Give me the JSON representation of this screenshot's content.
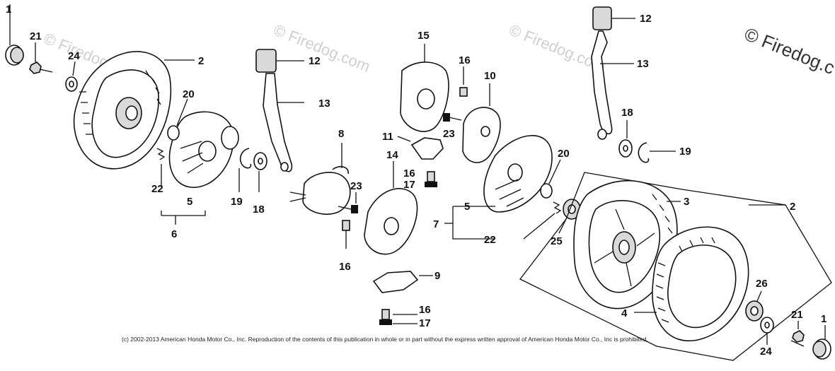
{
  "watermarks": {
    "corner": "© Firedog.c",
    "faint": "© Firedog.com"
  },
  "copyright": "(c) 2002-2013 American Honda Motor Co., Inc. Reproduction of the contents of this publication in whole or in part without the express written approval of American Honda Motor Co., Inc is prohibited.",
  "callouts": {
    "c1_left": "1",
    "c21_left": "21",
    "c24_left": "24",
    "c2_left": "2",
    "c20_left": "20",
    "c22_left": "22",
    "c5_left": "5",
    "c6_left": "6",
    "c19_left": "19",
    "c18_left": "18",
    "c12_left": "12",
    "c13_left": "13",
    "c8": "8",
    "c23_left": "23",
    "c16_left": "16",
    "c15": "15",
    "c16_top": "16",
    "c11": "11",
    "c14": "14",
    "c16_mid": "16",
    "c17_mid": "17",
    "c9": "9",
    "c16_bottom": "16",
    "c17_bottom": "17",
    "c10": "10",
    "c23_right": "23",
    "c12_right": "12",
    "c13_right": "13",
    "c18_right": "18",
    "c19_right": "19",
    "c20_right": "20",
    "c5_right": "5",
    "c7": "7",
    "c22_right": "22",
    "c25": "25",
    "c3": "3",
    "c2_right": "2",
    "c4": "4",
    "c26": "26",
    "c21_right": "21",
    "c1_right": "1",
    "c24_right": "24"
  }
}
